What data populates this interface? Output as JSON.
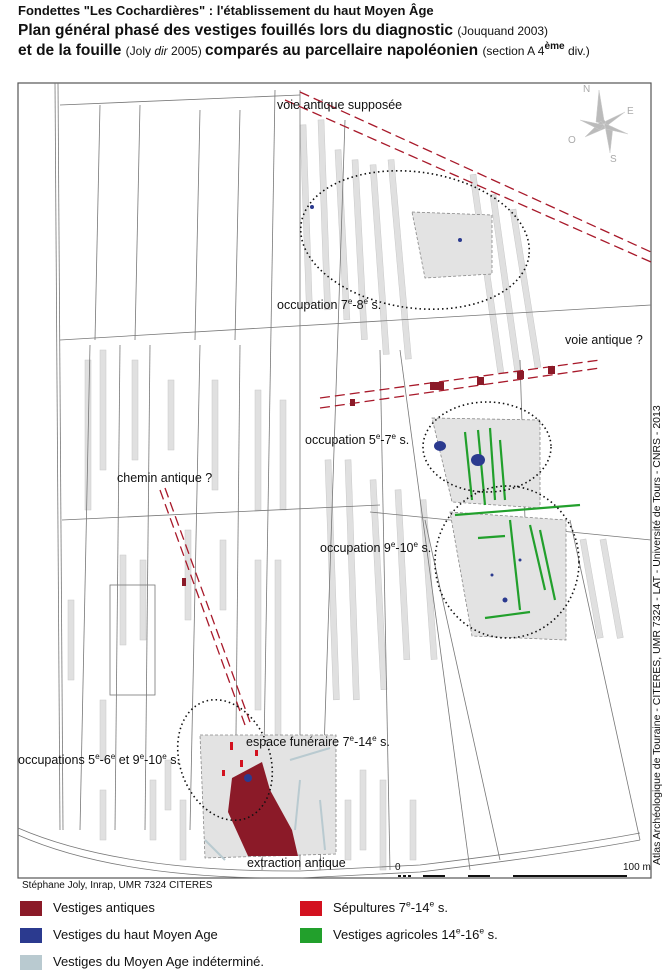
{
  "header": {
    "subtitle": "Fondettes \"Les Cochardières\" : l'établissement du haut Moyen Âge",
    "title_line1": [
      {
        "t": "Plan général phasé des vestiges fouillés lors du diagnostic "
      },
      {
        "s": "(Jouquand 2003)"
      }
    ],
    "title_line2": [
      {
        "t": "et de la fouille "
      },
      {
        "s": "(Joly "
      },
      {
        "i": "dir"
      },
      {
        "s": " 2005) "
      },
      {
        "t": "comparés au parcellaire napoléonien "
      },
      {
        "s": "(section A 4"
      },
      {
        "sup": "ème"
      },
      {
        "s": " div.)"
      }
    ]
  },
  "map": {
    "compass": {
      "n": "N",
      "e": "E",
      "s": "S",
      "o": "O"
    },
    "labels": {
      "voie_supposee": [
        {
          "t": "voie antique supposée"
        }
      ],
      "occ_7_8": [
        {
          "t": "occupation 7"
        },
        {
          "sup": "e"
        },
        {
          "t": "-8"
        },
        {
          "sup": "e"
        },
        {
          "t": " s."
        }
      ],
      "voie_antique": [
        {
          "t": "voie antique ?"
        }
      ],
      "occ_5_7": [
        {
          "t": "occupation 5"
        },
        {
          "sup": "e"
        },
        {
          "t": "-7"
        },
        {
          "sup": "e"
        },
        {
          "t": " s."
        }
      ],
      "chemin": [
        {
          "t": "chemin antique ?"
        }
      ],
      "occ_9_10": [
        {
          "t": "occupation 9"
        },
        {
          "sup": "e"
        },
        {
          "t": "-10"
        },
        {
          "sup": "e"
        },
        {
          "t": " s."
        }
      ],
      "funeraire": [
        {
          "t": "espace funéraire 7"
        },
        {
          "sup": "e"
        },
        {
          "t": "-14"
        },
        {
          "sup": "e"
        },
        {
          "t": " s."
        }
      ],
      "occ_5_6_9_10": [
        {
          "t": "occupations 5"
        },
        {
          "sup": "e"
        },
        {
          "t": "-6"
        },
        {
          "sup": "e"
        },
        {
          "t": " et 9"
        },
        {
          "sup": "e"
        },
        {
          "t": "-10"
        },
        {
          "sup": "e"
        },
        {
          "t": " s."
        }
      ],
      "extraction": [
        {
          "t": "extraction antique"
        }
      ]
    },
    "scale": {
      "start": "0",
      "end": "100 m"
    },
    "credit": "Stéphane Joly, Inrap, UMR 7324 CITERES",
    "side_credit": "Atlas Archéologique de Touraine - CITERES, UMR 7324 - LAT - Université de Tours - CNRS - 2013"
  },
  "legend": {
    "items": [
      {
        "label": [
          {
            "t": "Vestiges antiques"
          }
        ],
        "color": "#8b1a28"
      },
      {
        "label": [
          {
            "t": "Vestiges du haut Moyen Age"
          }
        ],
        "color": "#2b3a8f"
      },
      {
        "label": [
          {
            "t": "Vestiges du Moyen Age indéterminé."
          }
        ],
        "color": "#b9cad0"
      },
      {
        "label": [
          {
            "t": "Sépultures 7"
          },
          {
            "sup": "e"
          },
          {
            "t": "-14"
          },
          {
            "sup": "e"
          },
          {
            "t": " s."
          }
        ],
        "color": "#d3111f"
      },
      {
        "label": [
          {
            "t": "Vestiges agricoles 14"
          },
          {
            "sup": "e"
          },
          {
            "t": "-16"
          },
          {
            "sup": "e"
          },
          {
            "t": " s."
          }
        ],
        "color": "#22a02c"
      }
    ]
  }
}
